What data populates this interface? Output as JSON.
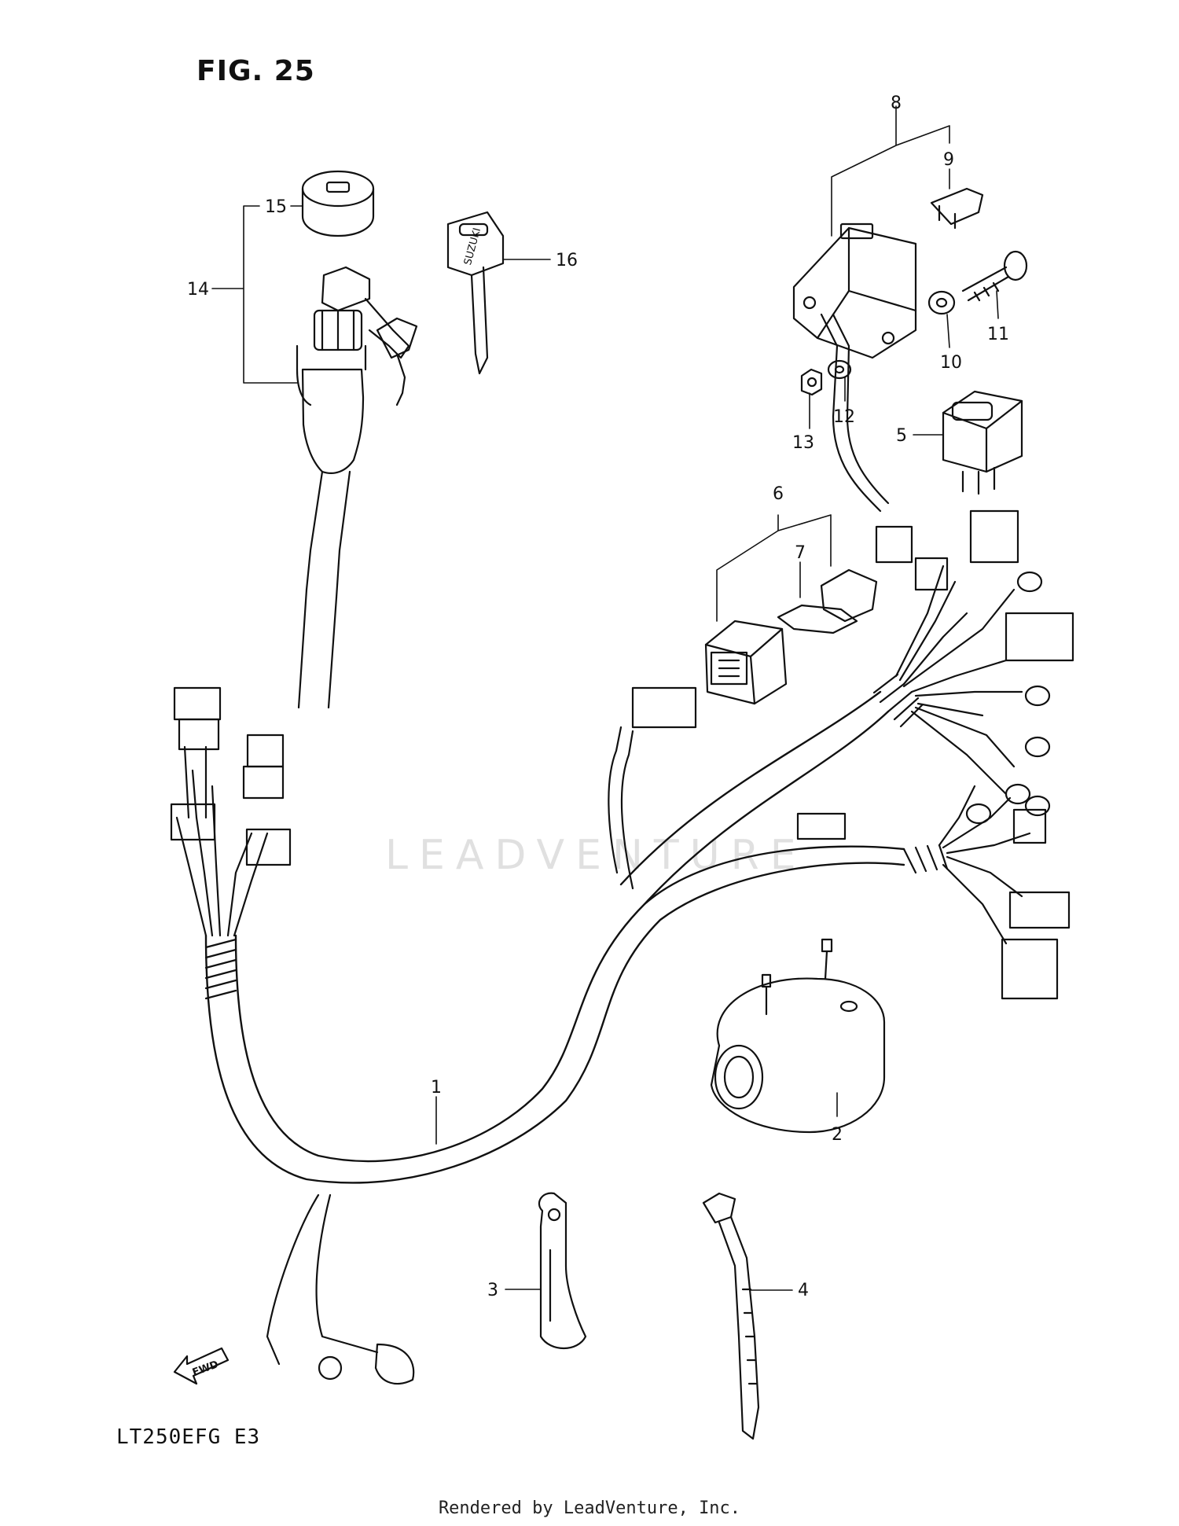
{
  "figure": {
    "title": "FIG. 25",
    "model_code": "LT250EFG  E3",
    "credit": "Rendered by LeadVenture, Inc.",
    "watermark": "LEADVENTURE"
  },
  "callouts": [
    "1",
    "2",
    "3",
    "4",
    "5",
    "6",
    "7",
    "8",
    "9",
    "10",
    "11",
    "12",
    "13",
    "14",
    "15",
    "16"
  ],
  "key_stamp": "SUZUKI",
  "direction_marker": "FWD",
  "colors": {
    "line": "#111111",
    "watermark": "#c8c8c8"
  }
}
